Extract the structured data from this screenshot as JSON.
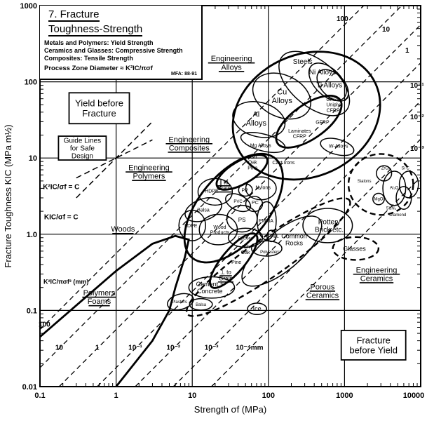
{
  "chart_data": {
    "type": "scatter",
    "title": "7. Fracture Toughness-Strength",
    "title_line1": "7. Fracture",
    "title_line2": "Toughness-Strength",
    "notes": [
      "Metals and Polymers: Yield Strength",
      "Ceramics and Glasses: Compressive Strength",
      "Composites: Tensile Strength"
    ],
    "process_zone": "Process Zone Diameter ≈ K²IC/πσf",
    "source": "MFA: 88-91",
    "xlabel": "Strength σf (MPa)",
    "ylabel": "Fracture Toughness KIC (MPa m½)",
    "xscale": "log",
    "yscale": "log",
    "xlim": [
      0.1,
      10000
    ],
    "ylim": [
      0.01,
      1000
    ],
    "xticks": [
      "0.1",
      "1",
      "10",
      "100",
      "1000",
      "10000"
    ],
    "yticks": [
      "0.01",
      "0.1",
      "1.0",
      "10",
      "100",
      "1000"
    ],
    "grid": true,
    "boxes": {
      "yield_before_fracture": "Yield before\nFracture",
      "guide_lines": "Guide Lines\nfor Safe\nDesign",
      "fracture_before_yield": "Fracture\nbefore Yield",
      "eq_k2_sigma": "K²IC/σf = C",
      "eq_k_sigma": "KIC/σf = C",
      "eq_zone": "K²IC/πσf² (mm)"
    },
    "process_zone_lines_mm": [
      {
        "d": 100,
        "label": "100"
      },
      {
        "d": 10,
        "label": "10"
      },
      {
        "d": 1,
        "label": "1"
      },
      {
        "d": 0.1,
        "label": "10⁻¹"
      },
      {
        "d": 0.01,
        "label": "10⁻²"
      },
      {
        "d": 0.001,
        "label": "10⁻³"
      },
      {
        "d": 0.0001,
        "label": "10⁻⁴mm"
      }
    ],
    "guide_lines": [
      {
        "name": "K/sigma=C",
        "through": [
          1,
          10
        ],
        "slope": 1
      },
      {
        "name": "K2/sigma=C",
        "through": [
          1,
          10
        ],
        "slope": 0.5
      }
    ],
    "regions": [
      {
        "name": "Engineering Alloys envelope",
        "sigma": 316,
        "K": 36,
        "w": 2.0,
        "h": 1.6,
        "tilt": -25,
        "style": "thick"
      },
      {
        "name": "Cu Alloys",
        "sigma": 150,
        "K": 65,
        "w": 0.8,
        "h": 0.55,
        "tilt": 25,
        "style": "thin"
      },
      {
        "name": "Steels",
        "sigma": 400,
        "K": 95,
        "w": 1.1,
        "h": 0.6,
        "tilt": 40,
        "style": "thin"
      },
      {
        "name": "Ni Alloys",
        "sigma": 600,
        "K": 100,
        "w": 0.6,
        "h": 0.35,
        "tilt": 45,
        "style": "thin"
      },
      {
        "name": "Ti Alloys",
        "sigma": 700,
        "K": 90,
        "w": 0.5,
        "h": 0.3,
        "tilt": 45,
        "style": "thin"
      },
      {
        "name": "Al Alloys",
        "sigma": 75,
        "K": 32,
        "w": 0.7,
        "h": 0.45,
        "tilt": 15,
        "style": "thin"
      },
      {
        "name": "Engineering Composites",
        "sigma": 340,
        "K": 30,
        "w": 1.0,
        "h": 0.45,
        "tilt": -35,
        "style": "thick"
      },
      {
        "name": "Mg Alloys",
        "sigma": 85,
        "K": 16,
        "w": 0.6,
        "h": 0.22,
        "tilt": 15,
        "style": "thin"
      },
      {
        "name": "W-Alloys",
        "sigma": 800,
        "K": 14,
        "w": 0.45,
        "h": 0.2,
        "tilt": 15,
        "style": "thin"
      },
      {
        "name": "Engineering Polymers envelope",
        "sigma": 35,
        "K": 2.2,
        "w": 1.7,
        "h": 0.9,
        "tilt": -50,
        "style": "thick"
      },
      {
        "name": "Woods parallel to grain",
        "sigma": 45,
        "K": 6.5,
        "w": 0.75,
        "h": 0.3,
        "tilt": -30,
        "style": "thick"
      },
      {
        "name": "HDPE",
        "sigma": 20,
        "K": 3.6,
        "w": 0.45,
        "h": 0.35,
        "tilt": 0,
        "style": "thin"
      },
      {
        "name": "Balsa",
        "sigma": 14,
        "K": 2.1,
        "w": 0.5,
        "h": 0.28,
        "tilt": -20,
        "style": "thin"
      },
      {
        "name": "LDPE",
        "sigma": 10,
        "K": 1.3,
        "w": 0.35,
        "h": 0.4,
        "tilt": 0,
        "style": "thin"
      },
      {
        "name": "PP",
        "sigma": 50,
        "K": 3.8,
        "w": 0.18,
        "h": 0.16,
        "tilt": 0,
        "style": "thin"
      },
      {
        "name": "Nylons",
        "sigma": 80,
        "K": 4.0,
        "w": 0.4,
        "h": 0.3,
        "tilt": 0,
        "style": "thin"
      },
      {
        "name": "PVC",
        "sigma": 40,
        "K": 2.6,
        "w": 0.35,
        "h": 0.2,
        "tilt": 25,
        "style": "thin"
      },
      {
        "name": "PC",
        "sigma": 65,
        "K": 2.5,
        "w": 0.22,
        "h": 0.2,
        "tilt": 0,
        "style": "thin"
      },
      {
        "name": "PS",
        "sigma": 45,
        "K": 1.6,
        "w": 0.4,
        "h": 0.35,
        "tilt": 0,
        "style": "thin"
      },
      {
        "name": "PMMA",
        "sigma": 95,
        "K": 1.5,
        "w": 0.25,
        "h": 0.5,
        "tilt": 0,
        "style": "thin"
      },
      {
        "name": "Wood Products",
        "sigma": 22,
        "K": 1.15,
        "w": 0.5,
        "h": 0.4,
        "tilt": 0,
        "style": "thin"
      },
      {
        "name": "Epoxies",
        "sigma": 50,
        "K": 0.9,
        "w": 0.45,
        "h": 0.25,
        "tilt": 0,
        "style": "thin"
      },
      {
        "name": "MEL",
        "sigma": 110,
        "K": 0.95,
        "w": 0.12,
        "h": 0.15,
        "tilt": 0,
        "style": "thin"
      },
      {
        "name": "Polyesters",
        "sigma": 95,
        "K": 0.65,
        "w": 0.4,
        "h": 0.2,
        "tilt": 0,
        "style": "thin"
      },
      {
        "name": "Common Rocks",
        "sigma": 150,
        "K": 0.6,
        "w": 1.3,
        "h": 0.5,
        "tilt": -40,
        "style": "thin"
      },
      {
        "name": "Woods perpendicular to grain",
        "sigma": 35,
        "K": 0.45,
        "w": 0.9,
        "h": 0.3,
        "tilt": -50,
        "style": "thick"
      },
      {
        "name": "Cement + Concrete",
        "sigma": 18,
        "K": 0.2,
        "w": 0.6,
        "h": 0.28,
        "tilt": 0,
        "style": "thin"
      },
      {
        "name": "Plasters",
        "sigma": 7,
        "K": 0.13,
        "w": 0.35,
        "h": 0.2,
        "tilt": -15,
        "style": "thin"
      },
      {
        "name": "Balsa perpendicular",
        "sigma": 13,
        "K": 0.12,
        "w": 0.3,
        "h": 0.15,
        "tilt": 0,
        "style": "thin"
      },
      {
        "name": "Ice",
        "sigma": 71,
        "K": 0.105,
        "w": 0.25,
        "h": 0.15,
        "tilt": 0,
        "style": "thin"
      },
      {
        "name": "Pottery Brick etc.",
        "sigma": 600,
        "K": 1.3,
        "w": 0.65,
        "h": 0.45,
        "tilt": 0,
        "style": "thin"
      },
      {
        "name": "Glasses",
        "sigma": 1400,
        "K": 0.65,
        "w": 0.6,
        "h": 0.3,
        "tilt": 0,
        "style": "dashed"
      },
      {
        "name": "Engineering Ceramics envelope",
        "sigma": 3000,
        "K": 4.5,
        "w": 0.85,
        "h": 0.8,
        "tilt": 0,
        "style": "dashed"
      },
      {
        "name": "Porous Ceramics envelope",
        "sigma": 100,
        "K": 0.5,
        "w": 2.6,
        "h": 0.5,
        "tilt": -35,
        "style": "dashed"
      },
      {
        "name": "MgO",
        "sigma": 2800,
        "K": 2.9,
        "w": 0.15,
        "h": 0.15,
        "tilt": 0,
        "style": "thin"
      },
      {
        "name": "ZrO2",
        "sigma": 3300,
        "K": 6.3,
        "w": 0.2,
        "h": 0.2,
        "tilt": 0,
        "style": "thin"
      },
      {
        "name": "Al2O3",
        "sigma": 4500,
        "K": 4.0,
        "w": 0.3,
        "h": 0.45,
        "tilt": 0,
        "style": "thin"
      },
      {
        "name": "SiC",
        "sigma": 7000,
        "K": 4.5,
        "w": 0.25,
        "h": 0.35,
        "tilt": 0,
        "style": "thin"
      },
      {
        "name": "Si3N4",
        "sigma": 6000,
        "K": 3.0,
        "w": 0.2,
        "h": 0.3,
        "tilt": 0,
        "style": "thin"
      }
    ],
    "foam_envelope": [
      [
        0.1,
        0.045
      ],
      [
        1,
        0.33
      ],
      [
        3,
        0.75
      ],
      [
        6,
        0.95
      ],
      [
        9,
        0.85
      ],
      [
        8,
        0.5
      ],
      [
        6,
        0.2
      ],
      [
        5,
        0.1
      ],
      [
        3,
        0.04
      ],
      [
        1,
        0.01
      ]
    ],
    "labels": [
      {
        "text": "Engineering\nAlloys",
        "sigma": 19,
        "K": 178,
        "u": true
      },
      {
        "text": "Engineering\nComposites",
        "sigma": 9.1,
        "K": 15.5,
        "u": true
      },
      {
        "text": "Engineering\nPolymers",
        "sigma": 2.7,
        "K": 6.6,
        "u": true
      },
      {
        "text": "Woods",
        "sigma": 1.23,
        "K": 1.17,
        "u": true
      },
      {
        "text": "Porous\nCeramics",
        "sigma": 513,
        "K": 0.18,
        "u": true
      },
      {
        "text": "Engineering\nCeramics",
        "sigma": 2630,
        "K": 0.3,
        "u": true
      },
      {
        "text": "Polymers\nFoams",
        "sigma": 0.6,
        "K": 0.15,
        "u": true
      },
      {
        "text": "Cu\nAlloys",
        "sigma": 151,
        "K": 65,
        "s": 11
      },
      {
        "text": "Steels",
        "sigma": 282,
        "K": 186,
        "s": 10
      },
      {
        "text": "Ni Alloys",
        "sigma": 513,
        "K": 135,
        "s": 10
      },
      {
        "text": "Ti Alloys",
        "sigma": 631,
        "K": 91,
        "s": 10
      },
      {
        "text": "Al\nAlloys",
        "sigma": 69,
        "K": 33,
        "s": 11
      },
      {
        "text": "GFRP\nUniply\nCFRP",
        "sigma": 708,
        "K": 50,
        "s": 7
      },
      {
        "text": "GFRP",
        "sigma": 513,
        "K": 29.5,
        "s": 7
      },
      {
        "text": "Laminates\nCFRP",
        "sigma": 257,
        "K": 21,
        "s": 7
      },
      {
        "text": "Mg Alloys",
        "sigma": 79,
        "K": 14.7,
        "s": 7
      },
      {
        "text": "W-Alloys",
        "sigma": 832,
        "K": 14.4,
        "s": 7
      },
      {
        "text": "Cast Irons",
        "sigma": 158,
        "K": 8.7,
        "s": 7
      },
      {
        "text": "Ash\nOak\nPine",
        "sigma": 62,
        "K": 8.8,
        "s": 7
      },
      {
        "text": "∥ to\nGrain",
        "sigma": 26,
        "K": 4.4,
        "s": 8,
        "u": true
      },
      {
        "text": "HDPE",
        "sigma": 18,
        "K": 3.7,
        "s": 7
      },
      {
        "text": "PP",
        "sigma": 49,
        "K": 3.8,
        "s": 7
      },
      {
        "text": "Nylons",
        "sigma": 85,
        "K": 4.1,
        "s": 7
      },
      {
        "text": "PVC",
        "sigma": 40,
        "K": 2.7,
        "s": 6
      },
      {
        "text": "PC",
        "sigma": 67,
        "K": 2.6,
        "s": 7
      },
      {
        "text": "Balsa",
        "sigma": 14,
        "K": 2.1,
        "s": 7
      },
      {
        "text": "PS",
        "sigma": 45,
        "K": 1.55,
        "s": 8
      },
      {
        "text": "PMMA",
        "sigma": 93,
        "K": 1.5,
        "s": 7
      },
      {
        "text": "LDPE",
        "sigma": 9.6,
        "K": 1.29,
        "s": 7
      },
      {
        "text": "Wood\nProducts",
        "sigma": 23,
        "K": 1.15,
        "s": 7
      },
      {
        "text": "Epoxies",
        "sigma": 50,
        "K": 0.89,
        "s": 6
      },
      {
        "text": "MEL",
        "sigma": 120,
        "K": 0.95,
        "s": 6
      },
      {
        "text": "Common\nRocks",
        "sigma": 218,
        "K": 0.85,
        "s": 9
      },
      {
        "text": "Polyesters",
        "sigma": 105,
        "K": 0.59,
        "s": 6
      },
      {
        "text": "Ash\nOak",
        "sigma": 50,
        "K": 0.63,
        "s": 7
      },
      {
        "text": "Pine",
        "sigma": 38,
        "K": 0.43,
        "s": 7
      },
      {
        "text": "⊥ to\nGrain",
        "sigma": 27.5,
        "K": 0.29,
        "s": 8,
        "u": true
      },
      {
        "text": "Cement +\nConcrete",
        "sigma": 17,
        "K": 0.2,
        "s": 9
      },
      {
        "text": "Plasters",
        "sigma": 6.8,
        "K": 0.13,
        "s": 6
      },
      {
        "text": "Balsa",
        "sigma": 13,
        "K": 0.12,
        "s": 6
      },
      {
        "text": "Ice",
        "sigma": 71,
        "K": 0.105,
        "s": 9
      },
      {
        "text": "Pottery\nBrick etc.",
        "sigma": 630,
        "K": 1.3,
        "s": 10
      },
      {
        "text": "Glasses",
        "sigma": 1350,
        "K": 0.65,
        "s": 9
      },
      {
        "text": "Sialons",
        "sigma": 1820,
        "K": 5.0,
        "s": 6
      },
      {
        "text": "ZrO₂",
        "sigma": 3470,
        "K": 7.4,
        "s": 6
      },
      {
        "text": "Si C",
        "sigma": 6300,
        "K": 7.4,
        "s": 6
      },
      {
        "text": "Al₂O₃",
        "sigma": 4600,
        "K": 4.1,
        "s": 6
      },
      {
        "text": "MgO",
        "sigma": 2800,
        "K": 2.9,
        "s": 6
      },
      {
        "text": "Si₃N₄",
        "sigma": 4100,
        "K": 2.2,
        "s": 6
      },
      {
        "text": "Diamond",
        "sigma": 5000,
        "K": 1.8,
        "s": 6
      }
    ]
  }
}
